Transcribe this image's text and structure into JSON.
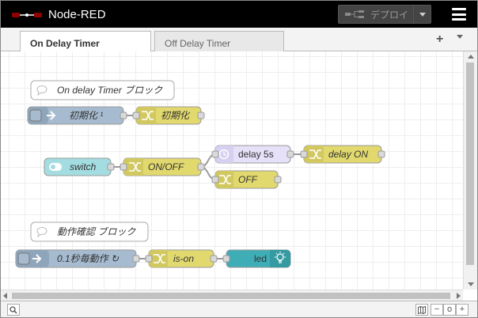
{
  "header": {
    "title": "Node-RED",
    "deploy_label": "デプロイ"
  },
  "tabs": [
    {
      "label": "On Delay Timer",
      "active": true
    },
    {
      "label": "Off Delay Timer",
      "active": false
    }
  ],
  "tab_actions": {
    "add": "+"
  },
  "flow": {
    "comments": [
      {
        "label": "On delay Timer ブロック"
      },
      {
        "label": "動作確認 ブロック"
      }
    ],
    "nodes": [
      {
        "id": "init-inject",
        "label": "初期化 ¹",
        "type": "inject",
        "color": "#a6bbcf"
      },
      {
        "id": "init-change",
        "label": "初期化",
        "type": "change",
        "color": "#e2d96e"
      },
      {
        "id": "switch-node",
        "label": "switch",
        "type": "dashboard-switch",
        "color": "#a4dde1"
      },
      {
        "id": "onoff-change",
        "label": "ON/OFF",
        "type": "change",
        "color": "#e2d96e"
      },
      {
        "id": "delay-node",
        "label": "delay 5s",
        "type": "delay",
        "color": "#e6e0f8"
      },
      {
        "id": "delay-on-change",
        "label": "delay ON",
        "type": "change",
        "color": "#e2d96e"
      },
      {
        "id": "off-change",
        "label": "OFF",
        "type": "change",
        "color": "#e2d96e"
      },
      {
        "id": "tick-inject",
        "label": "0.1秒毎動作 ↻",
        "type": "inject",
        "color": "#a6bbcf"
      },
      {
        "id": "is-on-change",
        "label": "is-on",
        "type": "change",
        "color": "#e2d96e"
      },
      {
        "id": "led-node",
        "label": "led",
        "type": "led",
        "color": "#3fadb5"
      }
    ]
  },
  "footer": {
    "search_icon": "search-icon",
    "zoom_out": "−",
    "zoom_reset": "o",
    "zoom_in": "+"
  }
}
